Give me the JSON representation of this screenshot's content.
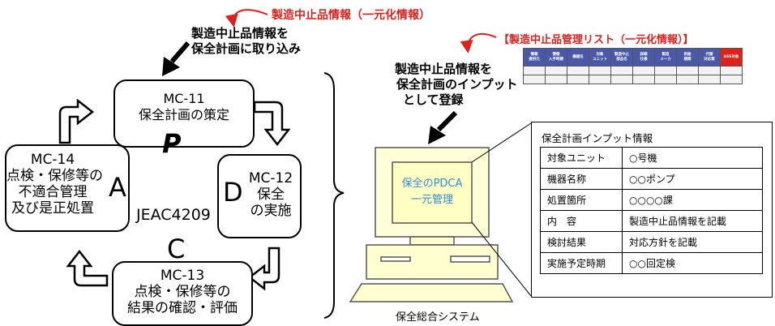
{
  "top_annotation": "製造中止品情報（一元化情報）",
  "list_title": "【製造中止品管理リスト（一元化情報）】",
  "import_note": [
    "製造中止品情報を",
    "保全計画に取り込み"
  ],
  "register_note": [
    "製造中止品情報を",
    "保全計画のインプット",
    "として登録"
  ],
  "cycle": {
    "center": "JEAC4209",
    "plan": {
      "letter": "P",
      "lines": [
        "MC-11",
        "保全計画の策定"
      ]
    },
    "do": {
      "letter": "D",
      "lines": [
        "MC-12",
        "保全",
        "の実施"
      ]
    },
    "check": {
      "letter": "C",
      "lines": [
        "MC-13",
        "点検・保修等の",
        "結果の確認・評価"
      ]
    },
    "act": {
      "letter": "A",
      "lines": [
        "MC-14",
        "点検・保修等の",
        "不適合管理",
        "及び是正処置"
      ]
    }
  },
  "list_headers": [
    "情報\n提供元",
    "情報\n入手時期",
    "機器名",
    "対象\nユニット",
    "製造中止\n部品名",
    "詳細\n仕様",
    "製造\nメーカ",
    "供給\n期間",
    "代替\n対応策",
    "ASE対象"
  ],
  "system": {
    "screen_lines": [
      "保全のPDCA",
      "一元管理"
    ],
    "caption": "保全総合システム"
  },
  "info_panel": {
    "title": "保全計画インプット情報",
    "rows": [
      {
        "key": "対象ユニット",
        "value": "○号機"
      },
      {
        "key": "機器名称",
        "value": "○○ポンプ"
      },
      {
        "key": "処置箇所",
        "value": "○○○○課"
      },
      {
        "key": "内　容",
        "value": "製造中止品情報を記載"
      },
      {
        "key": "検討結果",
        "value": "対応方針を記載"
      },
      {
        "key": "実施予定時期",
        "value": "○○回定検"
      }
    ]
  },
  "colors": {
    "annotation": "#e0201b",
    "screen_text": "#2a8fd6",
    "list_header": "#4a58a8"
  }
}
